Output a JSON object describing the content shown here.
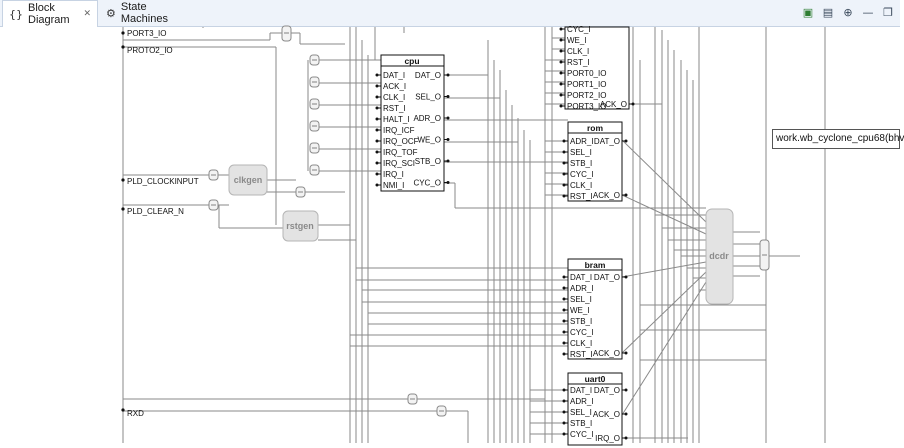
{
  "tabs": [
    {
      "label": "Block Diagram",
      "icon": "braces-icon",
      "active": true
    },
    {
      "label": "State Machines",
      "icon": "state-machine-icon",
      "active": false
    }
  ],
  "toolbar": [
    "export-icon",
    "save-icon",
    "zoom-icon",
    "minimize-icon",
    "restore-icon"
  ],
  "ports": [
    "PORT3_IO",
    "PROTO2_IO",
    "PLD_CLOCKINPUT",
    "PLD_CLEAR_N",
    "RXD"
  ],
  "blocks": {
    "clkgen": "clkgen",
    "rstgen": "rstgen",
    "dcdr": "dcdr",
    "cpu": {
      "title": "cpu",
      "left": [
        "DAT_I",
        "ACK_I",
        "CLK_I",
        "RST_I",
        "HALT_I",
        "IRQ_ICF",
        "IRQ_OCF",
        "IRQ_TOF",
        "IRQ_SCI",
        "IRQ_I",
        "NMI_I"
      ],
      "right": [
        "DAT_O",
        "SEL_O",
        "ADR_O",
        "WE_O",
        "STB_O",
        "CYC_O"
      ]
    },
    "io": {
      "left": [
        "CYC_I",
        "WE_I",
        "CLK_I",
        "RST_I",
        "PORT0_IO",
        "PORT1_IO",
        "PORT2_IO",
        "PORT3_IO"
      ],
      "right": [
        "ACK_O"
      ]
    },
    "rom": {
      "title": "rom",
      "left": [
        "ADR_I",
        "SEL_I",
        "STB_I",
        "CYC_I",
        "CLK_I",
        "RST_I"
      ],
      "right": [
        "DAT_O",
        "ACK_O"
      ]
    },
    "bram": {
      "title": "bram",
      "left": [
        "DAT_I",
        "ADR_I",
        "SEL_I",
        "WE_I",
        "STB_I",
        "CYC_I",
        "CLK_I",
        "RST_I"
      ],
      "right": [
        "DAT_O",
        "ACK_O"
      ]
    },
    "uart0": {
      "title": "uart0",
      "left": [
        "DAT_I",
        "ADR_I",
        "SEL_I",
        "STB_I",
        "CYC_I"
      ],
      "right": [
        "DAT_O",
        "ACK_O",
        "IRQ_O"
      ]
    }
  },
  "tooltip": "work.wb_cyclone_cpu68(bhv"
}
